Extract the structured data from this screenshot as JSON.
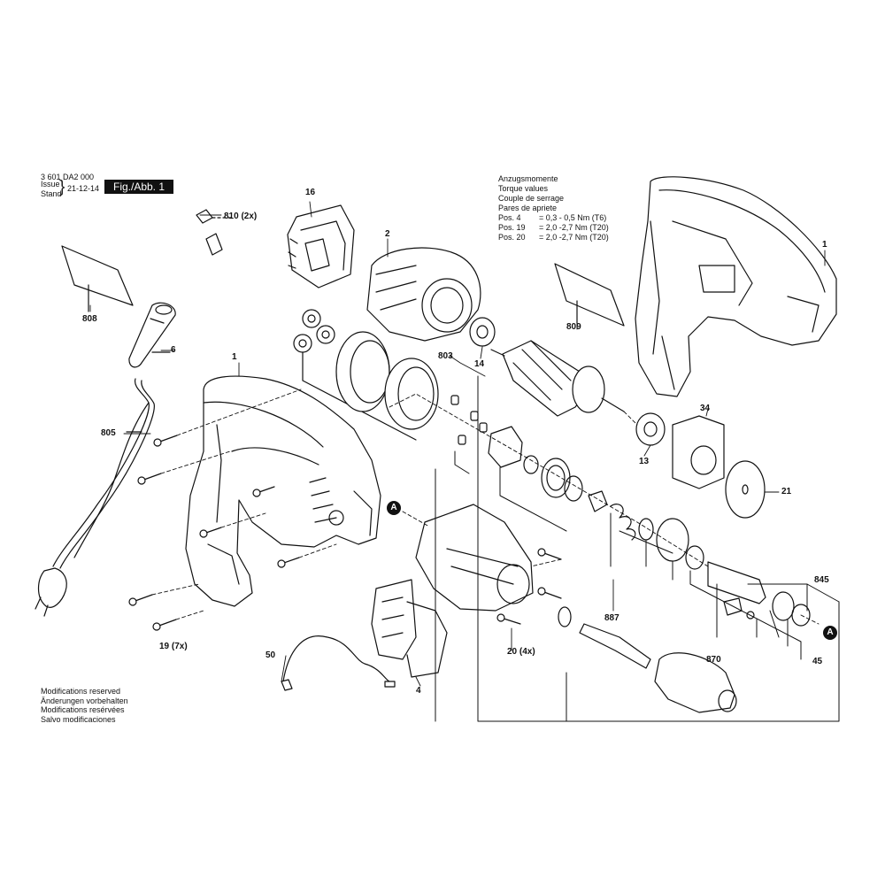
{
  "header": {
    "doc_number": "3 601 DA2 000",
    "issue_label": "Issue",
    "stand_label": "Stand",
    "date": "21-12-14",
    "figure": "Fig./Abb. 1"
  },
  "torque": {
    "titles": [
      "Anzugsmomente",
      "Torque values",
      "Couple de serrage",
      "Pares de apriete"
    ],
    "rows": [
      {
        "pos": "Pos. 4",
        "value": "= 0,3 - 0,5 Nm (T6)"
      },
      {
        "pos": "Pos. 19",
        "value": "= 2,0 -2,7 Nm (T20)"
      },
      {
        "pos": "Pos. 20",
        "value": "= 2,0 -2,7 Nm (T20)"
      }
    ]
  },
  "footer": {
    "lines": [
      "Modifications reserved",
      "Änderungen vorbehalten",
      "Modifications resérvées",
      "Salvo modificaciones"
    ]
  },
  "callouts": {
    "c16": "16",
    "c810": "810 (2x)",
    "c2": "2",
    "c1a": "1",
    "c808": "808",
    "c809": "809",
    "c6": "6",
    "c1b": "1",
    "c803": "803",
    "c14": "14",
    "c805": "805",
    "c34": "34",
    "c13": "13",
    "c21": "21",
    "cA1": "A",
    "c845": "845",
    "c887": "887",
    "cA2": "A",
    "c870": "870",
    "c45": "45",
    "c19": "19 (7x)",
    "c20": "20 (4x)",
    "c50": "50",
    "c4": "4"
  }
}
